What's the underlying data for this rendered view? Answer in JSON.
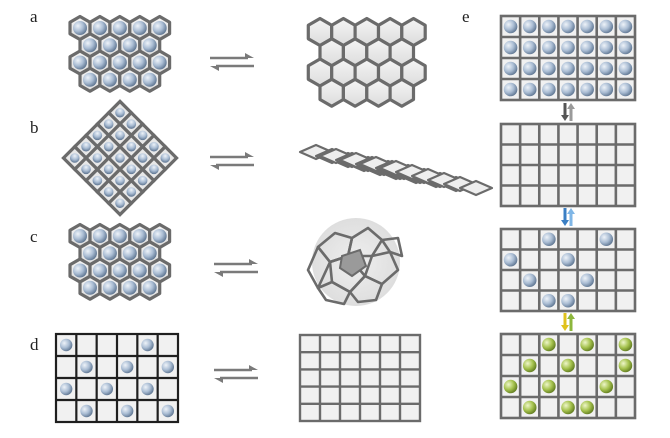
{
  "panels": [
    {
      "label": "a"
    },
    {
      "label": "b"
    },
    {
      "label": "c"
    },
    {
      "label": "d"
    },
    {
      "label": "e"
    }
  ],
  "colors": {
    "frame": "#6b6b6b",
    "frame_dark": "#2a2a2a",
    "cell_fill": "#ececec",
    "blue_ball": "#a9bcd3",
    "green_ball": "#a5c24e",
    "arrow_gray": "#7a7a7a",
    "arrow_blue": "#3b7fc4",
    "arrow_yellow": "#e0c21c",
    "arrow_green": "#8cb63c"
  },
  "panel_e": {
    "stage2_occupied": [
      [
        0,
        2
      ],
      [
        0,
        5
      ],
      [
        1,
        0
      ],
      [
        1,
        3
      ],
      [
        2,
        1
      ],
      [
        2,
        4
      ],
      [
        3,
        2
      ],
      [
        3,
        3
      ]
    ],
    "stage3_occupied": [
      [
        0,
        2
      ],
      [
        0,
        4
      ],
      [
        0,
        6
      ],
      [
        1,
        1
      ],
      [
        1,
        3
      ],
      [
        1,
        6
      ],
      [
        2,
        0
      ],
      [
        2,
        2
      ],
      [
        2,
        5
      ],
      [
        3,
        1
      ],
      [
        3,
        3
      ],
      [
        3,
        4
      ]
    ]
  }
}
